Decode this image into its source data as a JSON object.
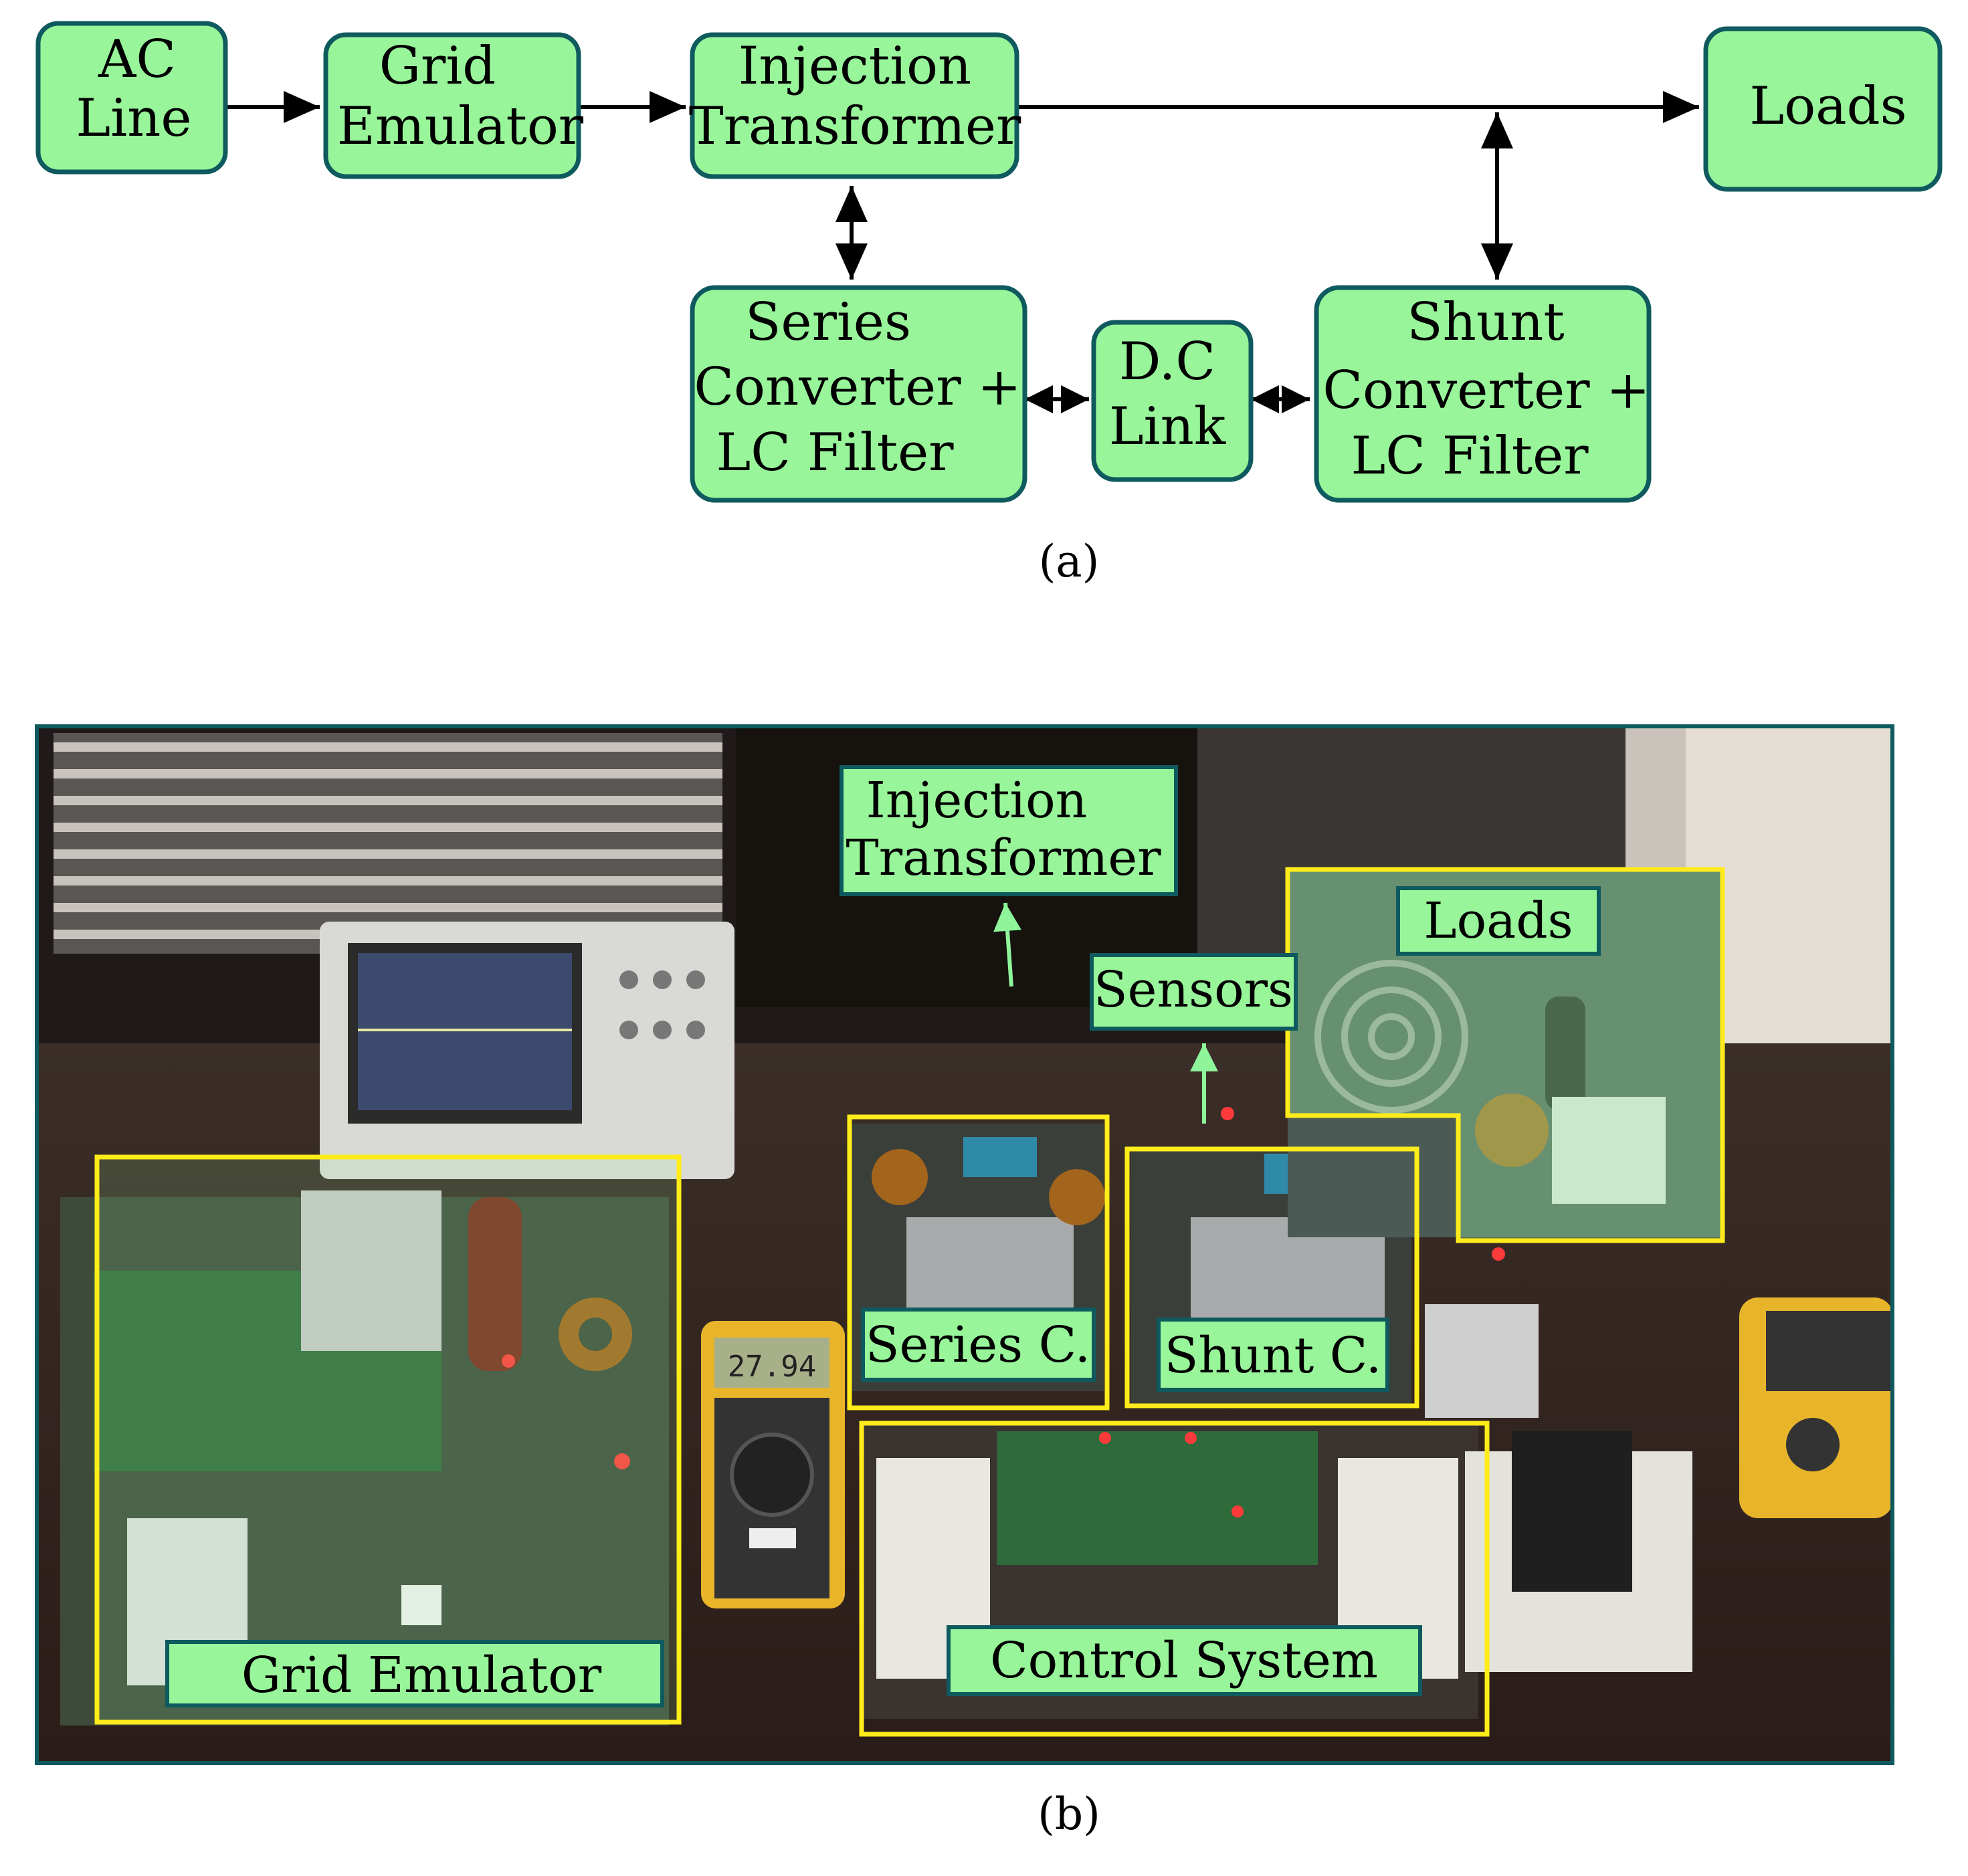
{
  "diagram": {
    "ac_line": [
      "AC",
      "Line"
    ],
    "grid_emulator": [
      "Grid",
      "Emulator"
    ],
    "injection_transformer": [
      "Injection",
      "Transformer"
    ],
    "loads": "Loads",
    "series_converter": [
      "Series",
      "Converter +",
      "LC Filter"
    ],
    "dc_link": [
      "D.C",
      "Link"
    ],
    "shunt_converter": [
      "Shunt",
      "Converter +",
      "LC Filter"
    ],
    "caption": "(a)"
  },
  "photo": {
    "labels": {
      "injection_transformer": [
        "Injection",
        "Transformer"
      ],
      "sensors": "Sensors",
      "loads": "Loads",
      "series_c": "Series C.",
      "shunt_c": "Shunt C.",
      "grid_emulator": "Grid Emulator",
      "control_system": "Control System"
    },
    "multimeter_reading": "27.94",
    "caption": "(b)"
  },
  "colors": {
    "block_fill": "#98f59a",
    "block_border": "#0f5a5e",
    "highlight_box": "#ffec1a",
    "photo_background": "#2a201c"
  }
}
